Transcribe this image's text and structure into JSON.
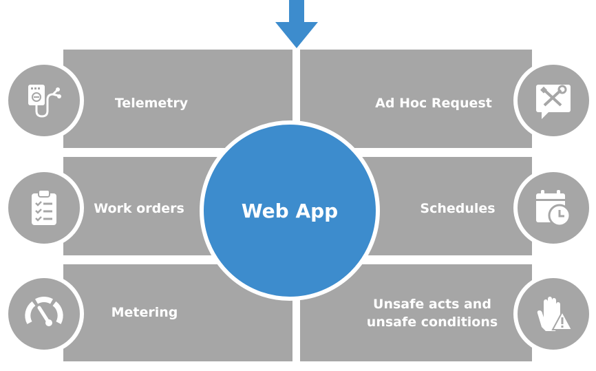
{
  "diagram": {
    "center_label": "Web App",
    "items": [
      {
        "label": "Telemetry",
        "icon": "meter-probe-icon"
      },
      {
        "label": "Ad Hoc Request",
        "icon": "tools-chat-icon"
      },
      {
        "label": "Work orders",
        "icon": "clipboard-checklist-icon"
      },
      {
        "label": "Schedules",
        "icon": "calendar-clock-icon"
      },
      {
        "label": "Metering",
        "icon": "gauge-icon"
      },
      {
        "label": "Unsafe acts and unsafe conditions",
        "icon": "hand-warning-icon"
      }
    ]
  },
  "colors": {
    "panel": "#a6a6a6",
    "center": "#3d8ccd",
    "arrow": "#3d8ccd",
    "text": "#ffffff"
  }
}
